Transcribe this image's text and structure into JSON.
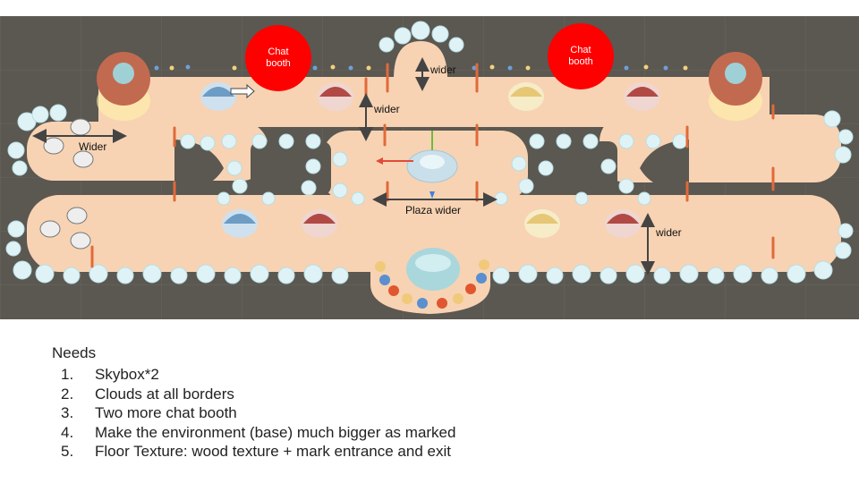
{
  "annotations": {
    "chat_booth_left": [
      "Chat",
      "booth"
    ],
    "chat_booth_right": [
      "Chat",
      "booth"
    ],
    "wider_top": "wider",
    "wider_left": "wider",
    "wider_side": "Wider",
    "plaza_wider": "Plaza wider",
    "wider_right": "wider"
  },
  "notes": {
    "title": "Needs",
    "items": [
      {
        "num": "1.",
        "text": "Skybox*2"
      },
      {
        "num": "2.",
        "text": "Clouds at all borders"
      },
      {
        "num": "3.",
        "text": "Two more chat booth"
      },
      {
        "num": "4.",
        "text": "Make the environment (base) much bigger as marked"
      },
      {
        "num": "5.",
        "text": "Floor Texture: wood texture + mark entrance and exit"
      }
    ]
  },
  "colors": {
    "background": "#5b5751",
    "floor": "#f7d3b3",
    "cloud": "#dff3f6",
    "chat_booth": "#ff0000",
    "arrow": "#444444"
  }
}
